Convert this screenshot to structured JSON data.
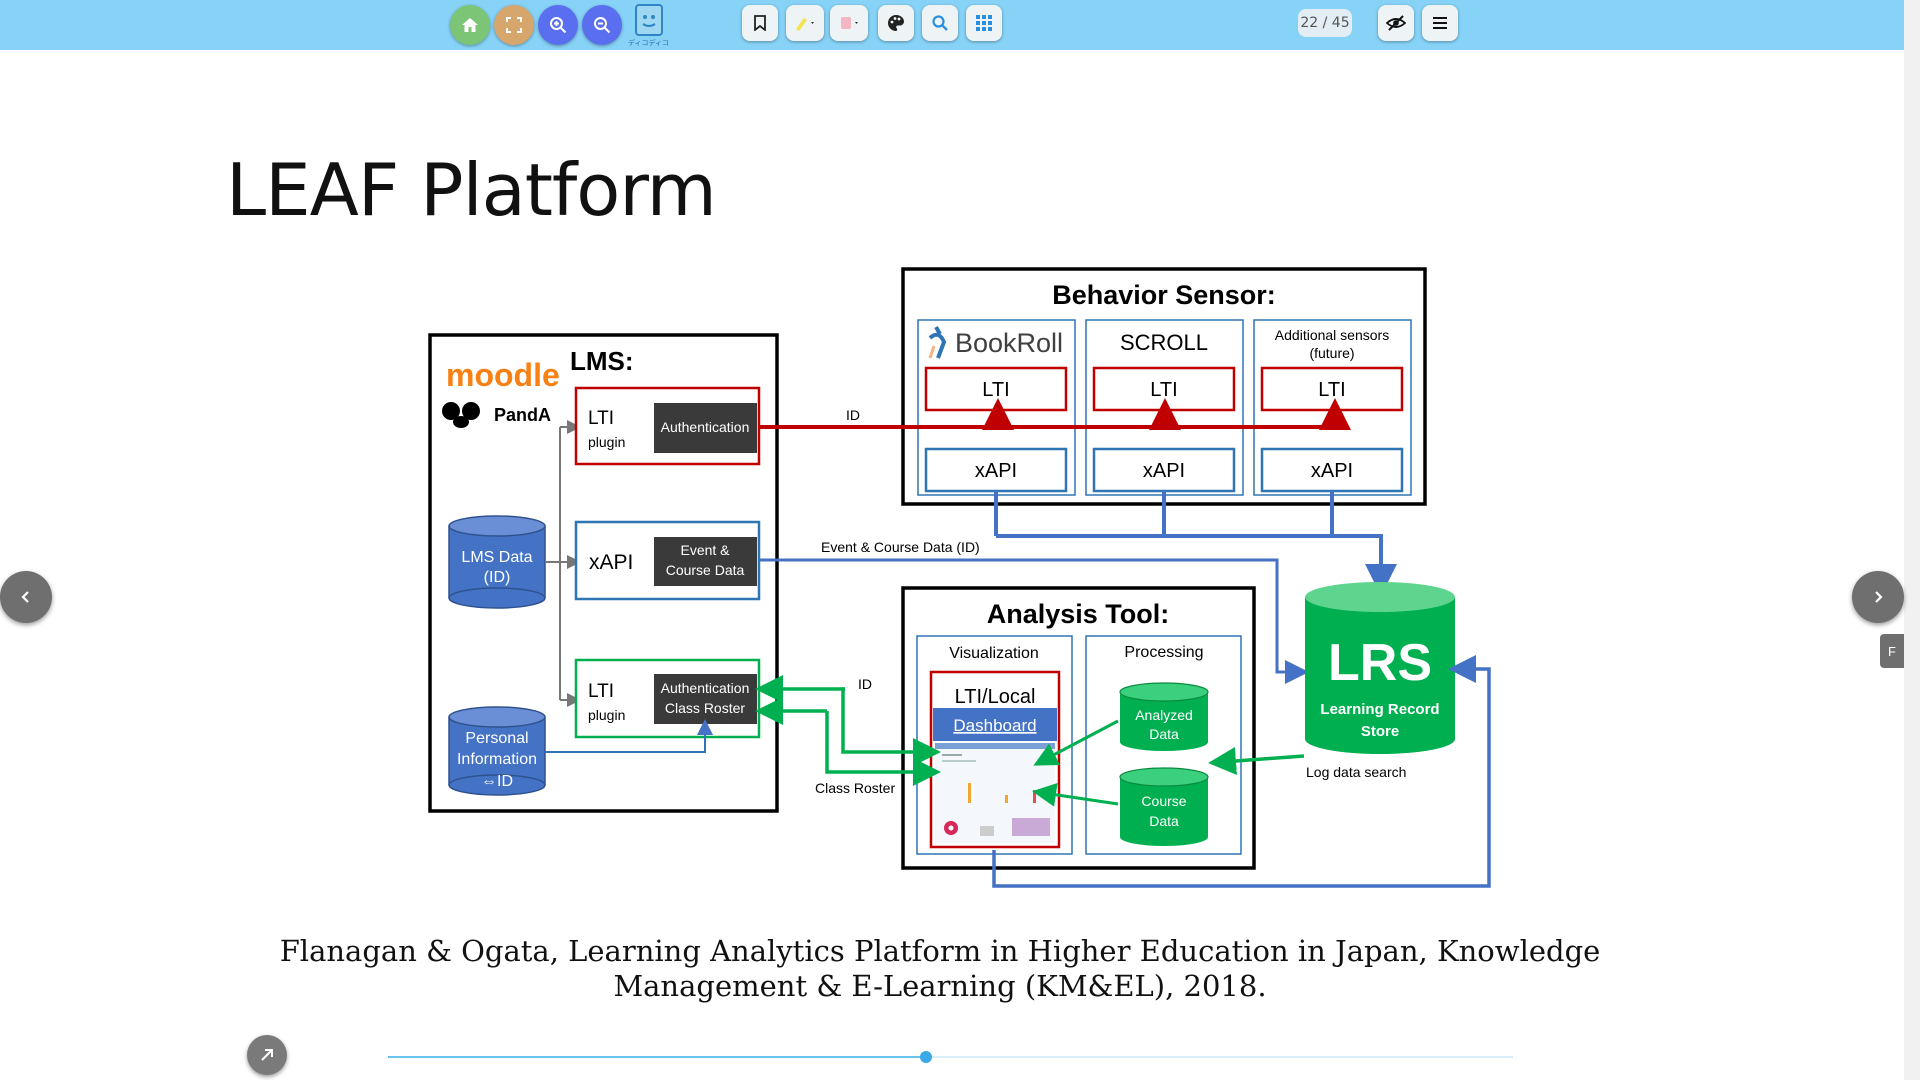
{
  "toolbar": {
    "logo_label": "ディコディコ",
    "page_indicator": "22 / 45"
  },
  "slide": {
    "title": "LEAF Platform",
    "citation": "Flanagan & Ogata, Learning Analytics Platform in Higher Education in Japan, Knowledge Management & E-Learning (KM&EL), 2018."
  },
  "diagram": {
    "lms": {
      "title": "LMS:",
      "moodle": "moodle",
      "panda": "PandA",
      "lms_data_line1": "LMS Data",
      "lms_data_line2": "(ID)",
      "personal_line1": "Personal",
      "personal_line2": "Information",
      "personal_line3": "⇔ID",
      "lti_label": "LTI",
      "plugin_label": "plugin",
      "authentication": "Authentication",
      "xapi_label": "xAPI",
      "event_line1": "Event &",
      "event_line2": "Course Data",
      "lti2_label": "LTI",
      "plugin2_label": "plugin",
      "auth2_line1": "Authentication",
      "auth2_line2": "Class Roster"
    },
    "behavior": {
      "title": "Behavior Sensor:",
      "bookroll": "BookRoll",
      "scroll": "SCROLL",
      "additional_line1": "Additional sensors",
      "additional_line2": "(future)",
      "lti": "LTI",
      "xapi": "xAPI"
    },
    "analysis": {
      "title": "Analysis Tool:",
      "visualization": "Visualization",
      "processing": "Processing",
      "lti_local": "LTI/Local",
      "dashboard": "Dashboard",
      "analyzed_line1": "Analyzed",
      "analyzed_line2": "Data",
      "course_line1": "Course",
      "course_line2": "Data"
    },
    "lrs": {
      "title": "LRS",
      "subtitle_line1": "Learning Record",
      "subtitle_line2": "Store"
    },
    "edge_labels": {
      "id_top": "ID",
      "event_course": "Event & Course Data (ID)",
      "id_mid": "ID",
      "class_roster": "Class Roster",
      "log_search": "Log data search"
    }
  },
  "side_tab": "F",
  "colors": {
    "toolbar_bg": "#87d3f8",
    "red": "#c00000",
    "blue": "#4472c4",
    "green": "#00b050",
    "lrs_green": "#0da84e"
  }
}
